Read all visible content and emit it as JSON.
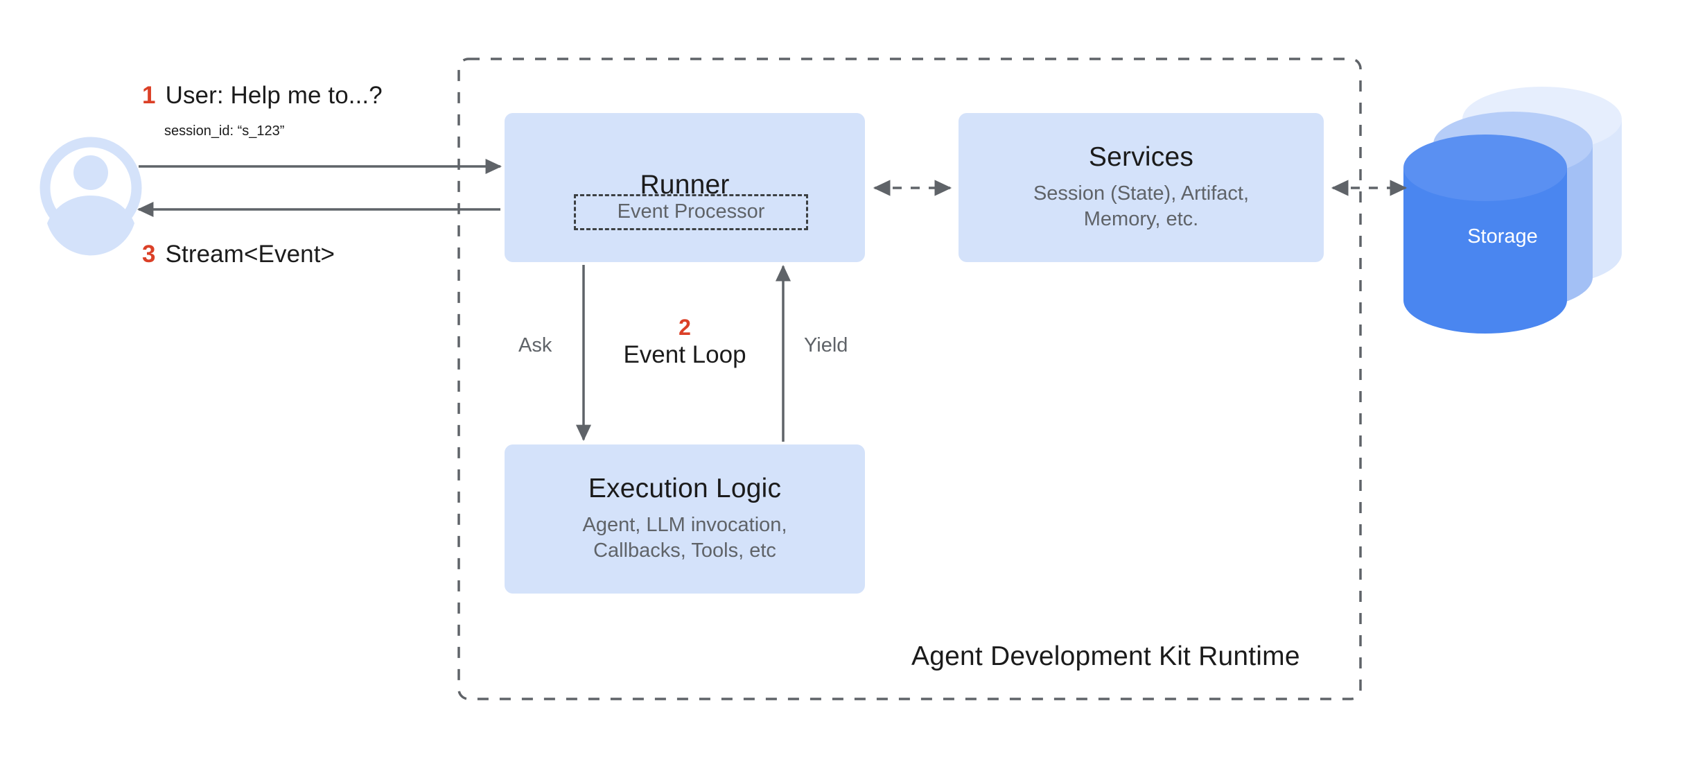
{
  "diagram": {
    "title": "Agent Development Kit Runtime",
    "container_label": "Agent Development Kit Runtime",
    "colors": {
      "box_fill": "#d4e2fa",
      "accent_number": "#db4027",
      "title_text": "#1b1b1b",
      "sub_text": "#5f6368",
      "arrow": "#5f6368",
      "storage_front": "#4a86f0",
      "storage_mid": "#a3c0f5",
      "storage_back": "#dbe7fc",
      "storage_label": "#ffffff",
      "dashed_border": "#3c4043",
      "avatar": "#d4e2fa"
    }
  },
  "actor": {
    "avatar_name": "user-avatar-icon",
    "request": {
      "step": "1",
      "text": "User: Help me to...?",
      "detail": "session_id: “s_123”"
    },
    "response": {
      "step": "3",
      "text": "Stream<Event>"
    }
  },
  "nodes": {
    "runner": {
      "title": "Runner",
      "inner": {
        "label": "Event Processor"
      }
    },
    "services": {
      "title": "Services",
      "subtitle": "Session (State), Artifact,\nMemory, etc."
    },
    "execution_logic": {
      "title": "Execution Logic",
      "subtitle": "Agent, LLM invocation,\nCallbacks, Tools, etc"
    },
    "storage": {
      "title": "Storage"
    }
  },
  "loop": {
    "step": "2",
    "label": "Event Loop",
    "down_label": "Ask",
    "up_label": "Yield"
  },
  "connections": [
    {
      "name": "user-to-runner",
      "style": "solid",
      "direction": "right"
    },
    {
      "name": "runner-to-user",
      "style": "solid",
      "direction": "left"
    },
    {
      "name": "runner-to-services",
      "style": "dashed",
      "direction": "both"
    },
    {
      "name": "services-to-storage",
      "style": "dashed",
      "direction": "both"
    },
    {
      "name": "runner-to-execution-ask",
      "style": "solid",
      "direction": "down"
    },
    {
      "name": "execution-to-runner-yield",
      "style": "solid",
      "direction": "up"
    }
  ]
}
